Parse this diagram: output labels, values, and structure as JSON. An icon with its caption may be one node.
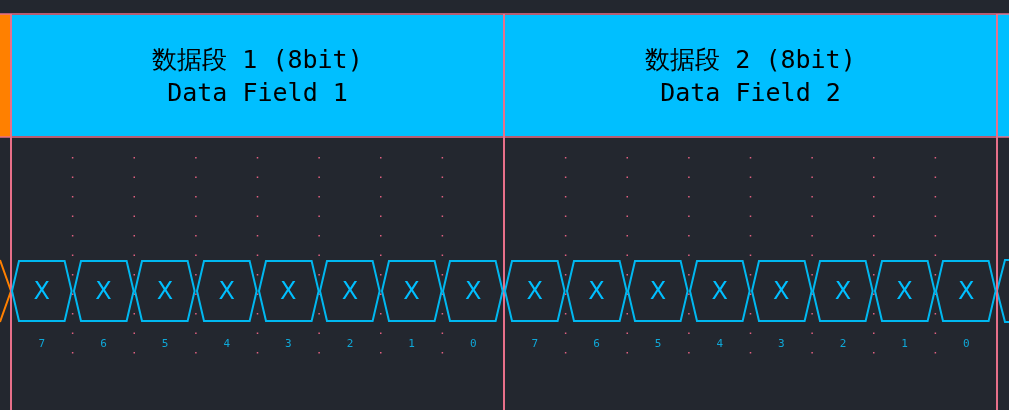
{
  "diagram": {
    "nodes": [
      {
        "text": [
          "数据段 1 (8bit)",
          "Data Field 1"
        ]
      },
      {
        "text": [
          "数据段 2 (8bit)",
          "Data Field 2"
        ]
      },
      {
        "text": [
          "X"
        ],
        "beside": [
          "7"
        ]
      },
      {
        "text": [
          "X"
        ],
        "beside": [
          "6"
        ]
      },
      {
        "text": [
          "X"
        ],
        "beside": [
          "5"
        ]
      },
      {
        "text": [
          "X"
        ],
        "beside": [
          "4"
        ]
      },
      {
        "text": [
          "X"
        ],
        "beside": [
          "3"
        ]
      },
      {
        "text": [
          "X"
        ],
        "beside": [
          "2"
        ]
      },
      {
        "text": [
          "X"
        ],
        "beside": [
          "1"
        ]
      },
      {
        "text": [
          "X"
        ],
        "beside": [
          "0"
        ]
      },
      {
        "text": [
          "X"
        ],
        "beside": [
          "7"
        ]
      },
      {
        "text": [
          "X"
        ],
        "beside": [
          "6"
        ]
      },
      {
        "text": [
          "X"
        ],
        "beside": [
          "5"
        ]
      },
      {
        "text": [
          "X"
        ],
        "beside": [
          "4"
        ]
      },
      {
        "text": [
          "X"
        ],
        "beside": [
          "3"
        ]
      },
      {
        "text": [
          "X"
        ],
        "beside": [
          "2"
        ]
      },
      {
        "text": [
          "X"
        ],
        "beside": [
          "1"
        ]
      },
      {
        "text": [
          "X"
        ],
        "beside": [
          "0"
        ]
      }
    ]
  }
}
